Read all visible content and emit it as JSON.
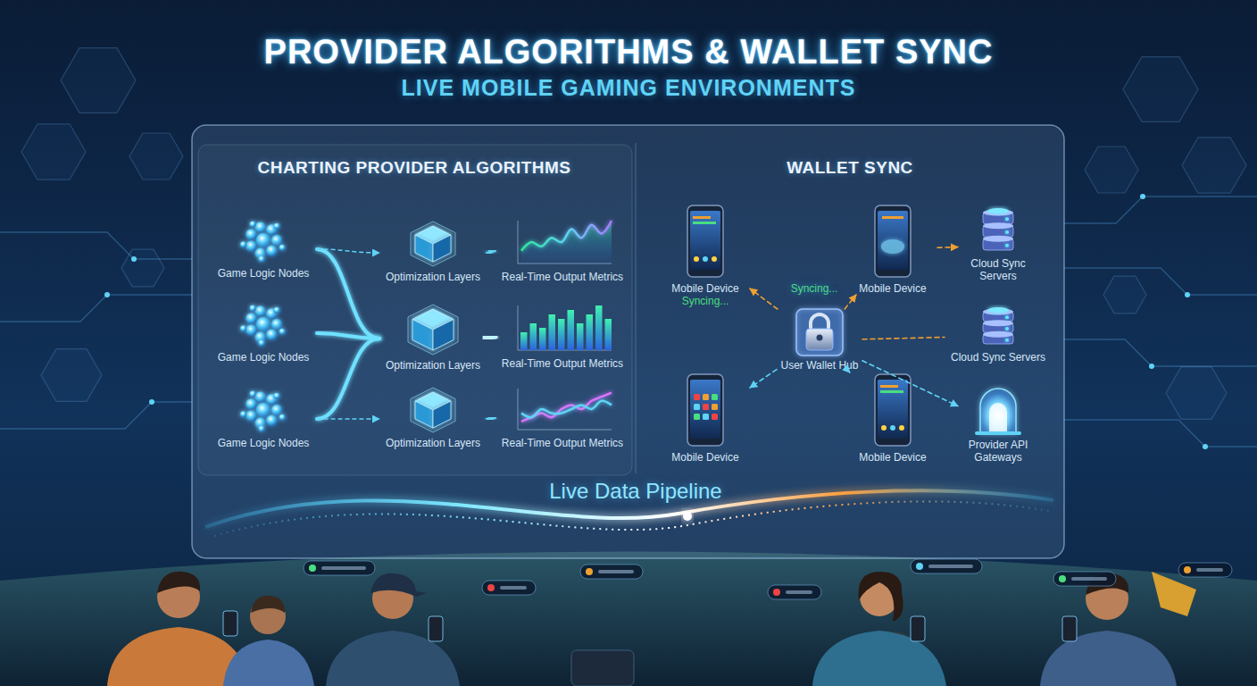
{
  "diagram": {
    "title": "PROVIDER ALGORITHMS & WALLET SYNC",
    "nodes": [
      {
        "text": [
          "CHARTING PROVIDER ALGORITHMS"
        ]
      },
      {
        "text": [
          "WALLET SYNC"
        ]
      },
      {
        "text": [
          "Game Logic Nodes"
        ],
        "in": 0
      },
      {
        "text": [
          "Game Logic Nodes"
        ],
        "in": 0
      },
      {
        "text": [
          "Game Logic Nodes"
        ],
        "in": 0
      },
      {
        "text": [
          "Optimization Layers"
        ],
        "in": 0
      },
      {
        "text": [
          "Optimization Layers"
        ],
        "in": 0
      },
      {
        "text": [
          "Optimization Layers"
        ],
        "in": 0
      },
      {
        "text": [
          "Real-Time Output Metrics"
        ],
        "in": 0
      },
      {
        "text": [
          "Real-Time Output Metrics"
        ],
        "in": 0
      },
      {
        "text": [
          "Real-Time Output Metrics"
        ],
        "in": 0
      },
      {
        "text": [
          "Mobile Device",
          "Syncing..."
        ],
        "in": 1
      },
      {
        "text": [
          "Mobile Device"
        ],
        "in": 1
      },
      {
        "text": [
          "User Wallet Hub"
        ],
        "in": 1
      },
      {
        "text": [
          "Cloud Sync Servers"
        ],
        "in": 1
      },
      {
        "text": [
          "Mobile Device"
        ],
        "in": 1
      },
      {
        "text": [
          "Mobile Device"
        ],
        "in": 1
      },
      {
        "text": [
          "Cloud Sync Servers"
        ],
        "in": 1
      },
      {
        "text": [
          "Provider API Gateways"
        ],
        "in": 1
      }
    ],
    "edges": [
      {
        "from": 2,
        "to": 6,
        "arrow": "none"
      },
      {
        "from": 3,
        "to": 6,
        "arrow": "none"
      },
      {
        "from": 4,
        "to": 6,
        "arrow": "none"
      },
      {
        "from": 2,
        "to": 5,
        "arrow": "to"
      },
      {
        "from": 4,
        "to": 7,
        "arrow": "to"
      },
      {
        "from": 5,
        "to": 8,
        "arrow": "to"
      },
      {
        "from": 6,
        "to": 9,
        "arrow": "to"
      },
      {
        "from": 7,
        "to": 10,
        "arrow": "to"
      },
      {
        "from": 13,
        "to": 11,
        "arrow": "to"
      },
      {
        "from": 13,
        "to": 12,
        "arrow": "to"
      },
      {
        "from": 13,
        "to": 15,
        "arrow": "to"
      },
      {
        "from": 13,
        "to": 16,
        "arrow": "to"
      },
      {
        "from": 12,
        "to": 14,
        "arrow": "to"
      },
      {
        "from": 13,
        "to": 17,
        "arrow": "none"
      },
      {
        "from": 13,
        "to": 18,
        "arrow": "to"
      }
    ],
    "labels": [
      "LIVE MOBILE GAMING ENVIRONMENTS",
      "Syncing...",
      "Live Data Pipeline"
    ]
  }
}
